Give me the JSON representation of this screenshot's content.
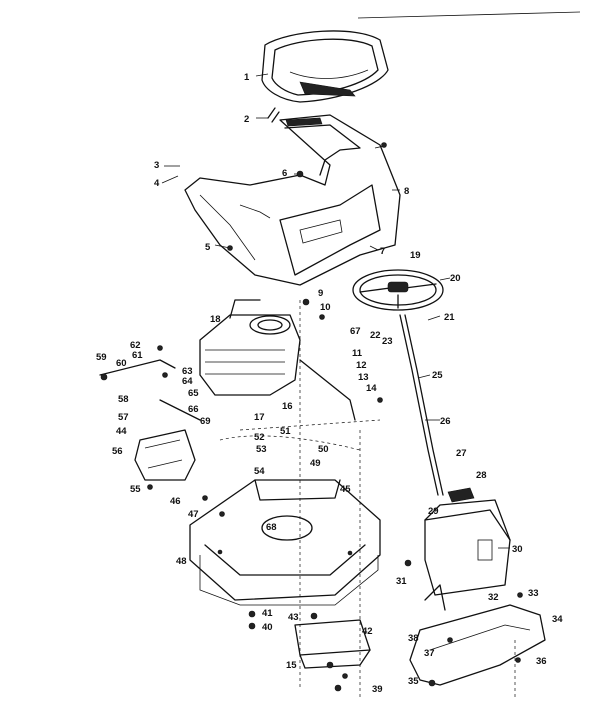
{
  "callouts": [
    {
      "n": "1"
    },
    {
      "n": "2"
    },
    {
      "n": "3"
    },
    {
      "n": "4"
    },
    {
      "n": "5"
    },
    {
      "n": "6"
    },
    {
      "n": "7"
    },
    {
      "n": "8"
    },
    {
      "n": "9"
    },
    {
      "n": "10"
    },
    {
      "n": "11"
    },
    {
      "n": "12"
    },
    {
      "n": "13"
    },
    {
      "n": "14"
    },
    {
      "n": "15"
    },
    {
      "n": "16"
    },
    {
      "n": "17"
    },
    {
      "n": "18"
    },
    {
      "n": "19"
    },
    {
      "n": "20"
    },
    {
      "n": "21"
    },
    {
      "n": "22"
    },
    {
      "n": "23"
    },
    {
      "n": "25"
    },
    {
      "n": "26"
    },
    {
      "n": "27"
    },
    {
      "n": "28"
    },
    {
      "n": "29"
    },
    {
      "n": "30"
    },
    {
      "n": "31"
    },
    {
      "n": "32"
    },
    {
      "n": "33"
    },
    {
      "n": "34"
    },
    {
      "n": "35"
    },
    {
      "n": "36"
    },
    {
      "n": "37"
    },
    {
      "n": "38"
    },
    {
      "n": "39"
    },
    {
      "n": "40"
    },
    {
      "n": "41"
    },
    {
      "n": "42"
    },
    {
      "n": "43"
    },
    {
      "n": "44"
    },
    {
      "n": "45"
    },
    {
      "n": "46"
    },
    {
      "n": "47"
    },
    {
      "n": "48"
    },
    {
      "n": "49"
    },
    {
      "n": "50"
    },
    {
      "n": "51"
    },
    {
      "n": "52"
    },
    {
      "n": "53"
    },
    {
      "n": "54"
    },
    {
      "n": "55"
    },
    {
      "n": "56"
    },
    {
      "n": "57"
    },
    {
      "n": "58"
    },
    {
      "n": "59"
    },
    {
      "n": "60"
    },
    {
      "n": "61"
    },
    {
      "n": "62"
    },
    {
      "n": "63"
    },
    {
      "n": "64"
    },
    {
      "n": "65"
    },
    {
      "n": "66"
    },
    {
      "n": "67"
    },
    {
      "n": "68"
    },
    {
      "n": "69"
    }
  ]
}
